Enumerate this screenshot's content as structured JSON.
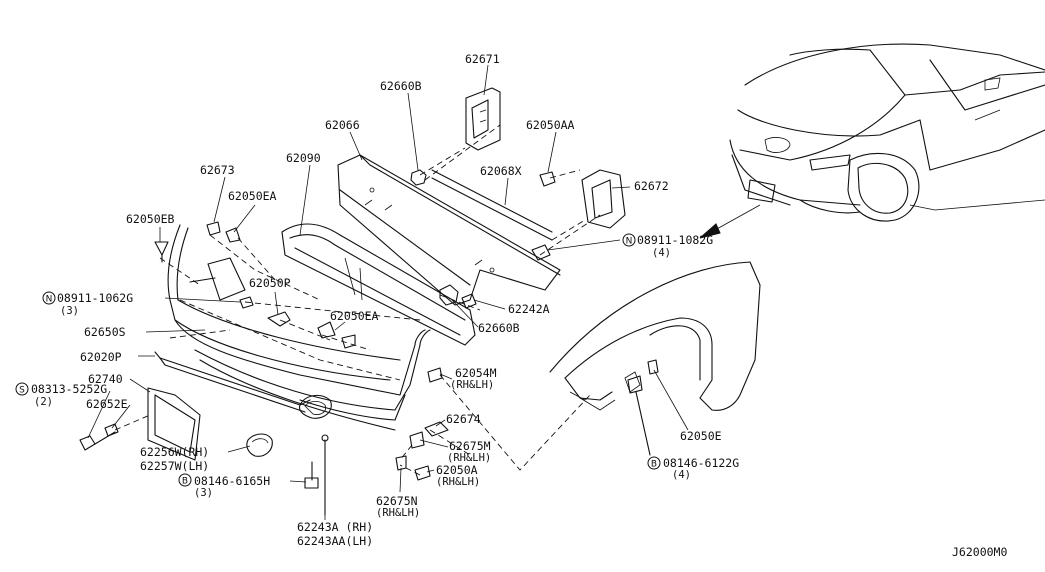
{
  "diagram_code": "J62000M0",
  "labels": {
    "p62671": "62671",
    "p62660b_top": "62660B",
    "p62050aa": "62050AA",
    "p62066": "62066",
    "p62090": "62090",
    "p62068x": "62068X",
    "p62672": "62672",
    "p62673": "62673",
    "p62050ea_top": "62050EA",
    "p62050eb": "62050EB",
    "p08911_right": "08911-1082G",
    "p08911_right_qty": "(4)",
    "p08911_left": "08911-1062G",
    "p08911_left_qty": "(3)",
    "p62050p": "62050P",
    "p62242a": "62242A",
    "p62650s": "62650S",
    "p62050ea_mid": "62050EA",
    "p62660b_bot": "62660B",
    "p62020p": "62020P",
    "p62740": "62740",
    "p08313": "08313-5252G",
    "p08313_qty": "(2)",
    "p62652e": "62652E",
    "p62054m": "62054M",
    "p62054m_side": "(RH&LH)",
    "p62674": "62674",
    "p62675m": "62675M",
    "p62675m_side": "(RH&LH)",
    "p62256w": "62256W(RH)",
    "p62257w": "62257W(LH)",
    "p08146_left": "08146-6165H",
    "p08146_left_qty": "(3)",
    "p62050a": "62050A",
    "p62050a_side": "(RH&LH)",
    "p62675n": "62675N",
    "p62675n_side": "(RH&LH)",
    "p62050e": "62050E",
    "p08146_right": "08146-6122G",
    "p08146_right_qty": "(4)",
    "p62243a": "62243A (RH)",
    "p62243aa": "62243AA(LH)"
  },
  "symbols": {
    "nut": "N",
    "screw": "S",
    "bolt": "B"
  }
}
